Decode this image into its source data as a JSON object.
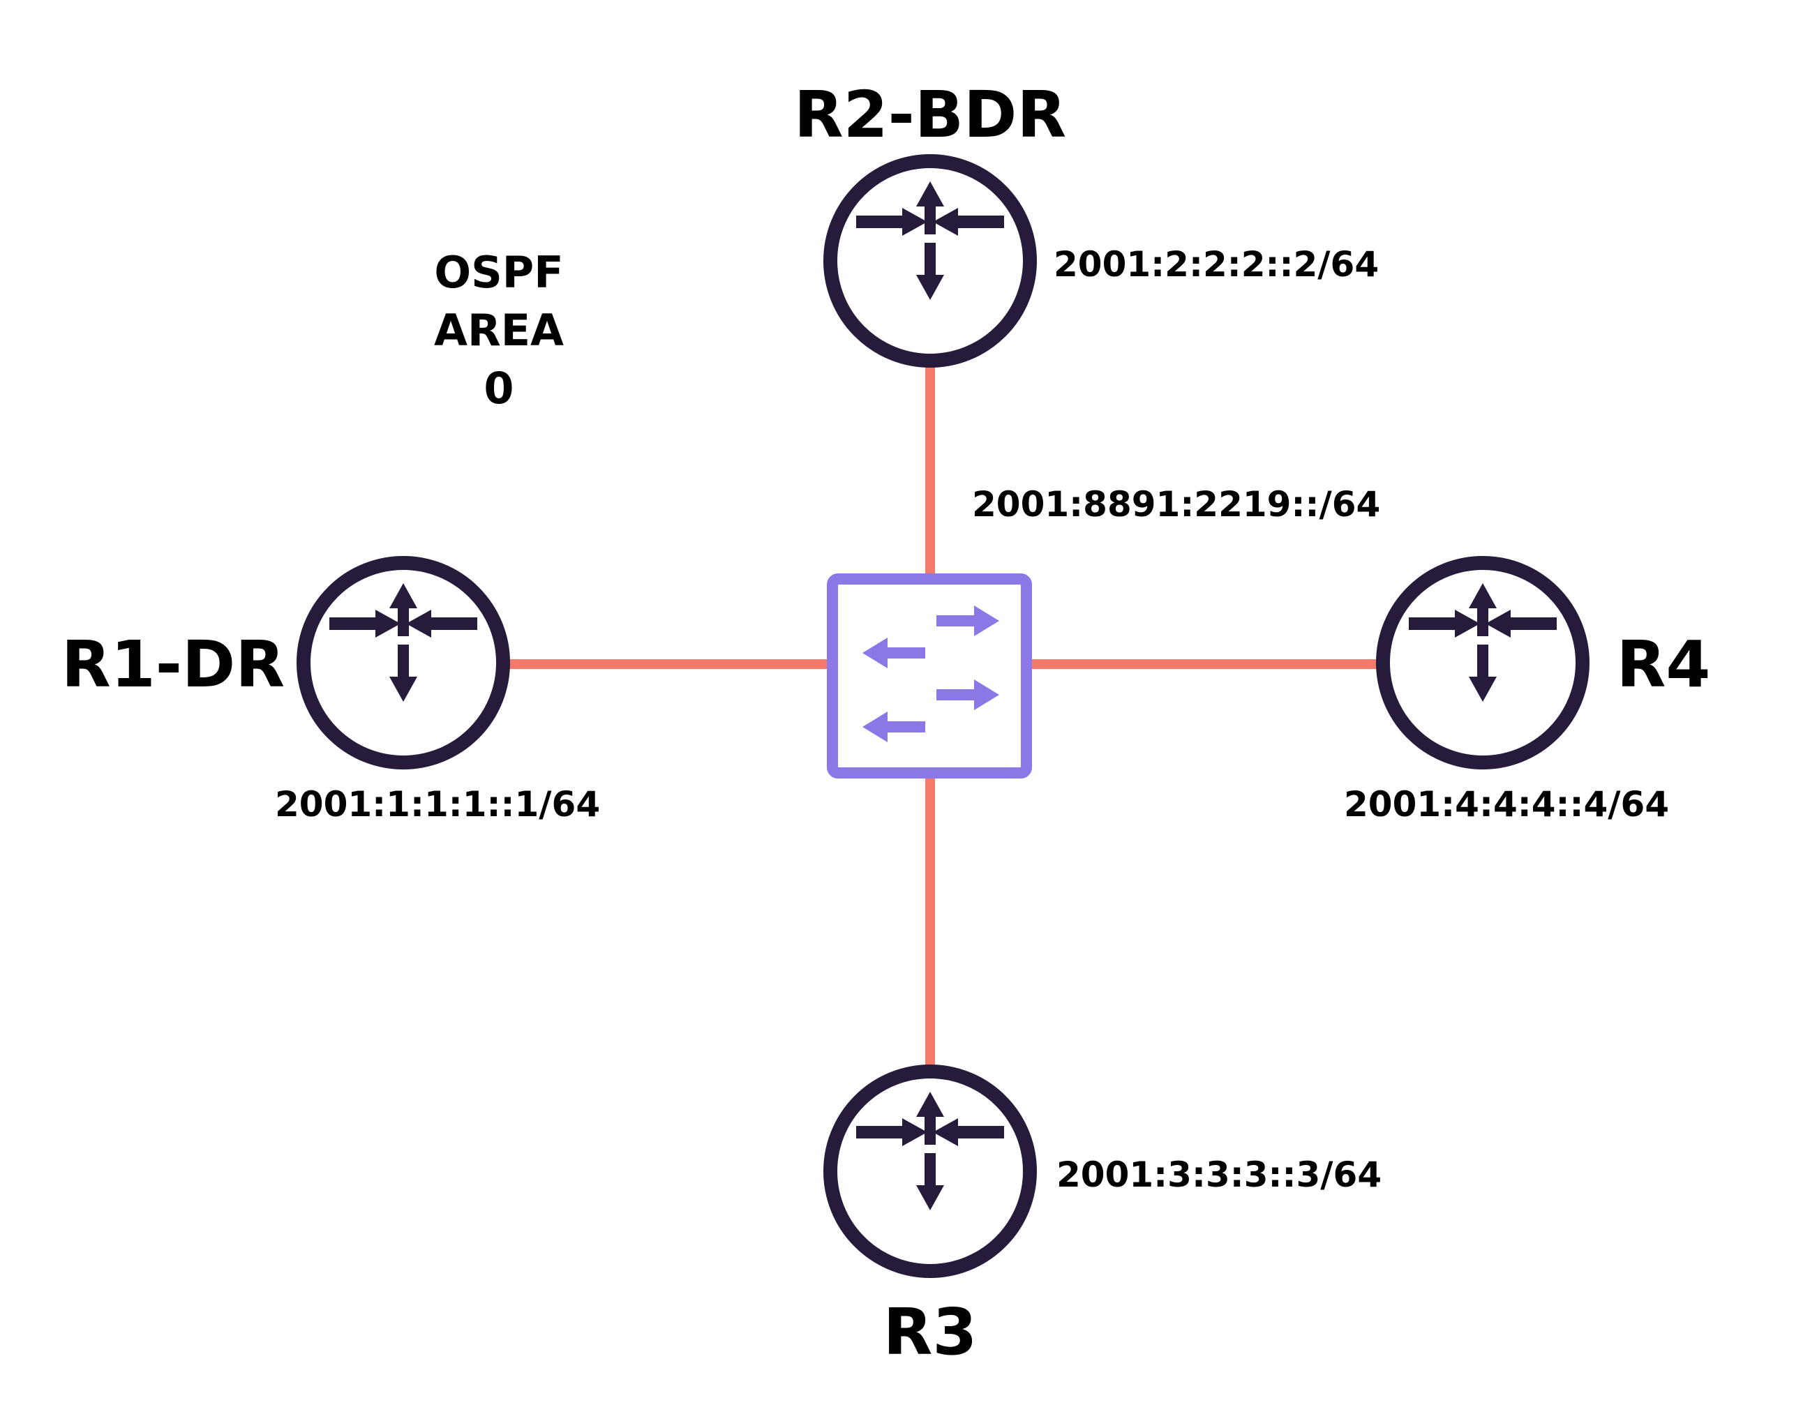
{
  "area": {
    "line1": "OSPF",
    "line2": "AREA",
    "line3": "0"
  },
  "routers": {
    "r1": {
      "name": "R1-DR",
      "address": "2001:1:1:1::1/64"
    },
    "r2": {
      "name": "R2-BDR",
      "address": "2001:2:2:2::2/64"
    },
    "r3": {
      "name": "R3",
      "address": "2001:3:3:3::3/64"
    },
    "r4": {
      "name": "R4",
      "address": "2001:4:4:4::4/64"
    }
  },
  "segment": {
    "address": "2001:8891:2219::/64"
  },
  "colors": {
    "link": "#f47a6c",
    "router": "#271b3b",
    "switch": "#8b78e6",
    "background": "#ffffff"
  },
  "icons": {
    "router": "router-icon",
    "switch": "switch-icon"
  }
}
